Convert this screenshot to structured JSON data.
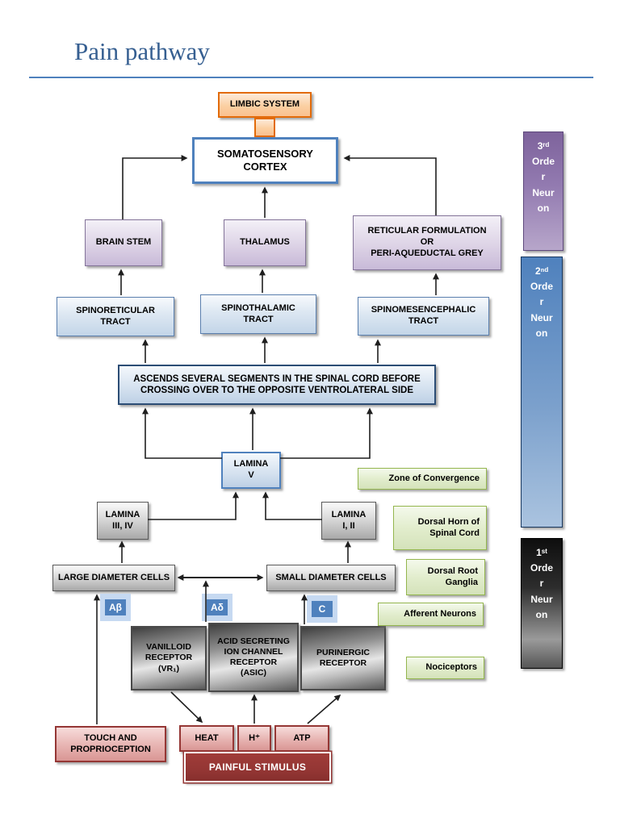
{
  "title": "Pain pathway",
  "boxes": {
    "limbic": "LIMBIC SYSTEM",
    "cortex": "SOMATOSENSORY\nCORTEX",
    "brainstem": "BRAIN STEM",
    "thalamus": "THALAMUS",
    "reticular": "RETICULAR FORMULATION\nOR\nPERI-AQUEDUCTAL GREY",
    "spinoreticular": "SPINORETICULAR\nTRACT",
    "spinothalamic": "SPINOTHALAMIC\nTRACT",
    "spinomesencephalic": "SPINOMESENCEPHALIC\nTRACT",
    "ascends": "ASCENDS SEVERAL SEGMENTS IN THE SPINAL CORD BEFORE\nCROSSING OVER TO THE OPPOSITE VENTROLATERAL SIDE",
    "lamina_v": "LAMINA\nV",
    "lamina_iii_iv": "LAMINA\nIII, IV",
    "lamina_i_ii": "LAMINA\nI, II",
    "large_cells": "LARGE DIAMETER CELLS",
    "small_cells": "SMALL DIAMETER CELLS",
    "vanilloid": "VANILLOID\nRECEPTOR\n(VR₁)",
    "asic": "ACID SECRETING\nION CHANNEL\nRECEPTOR\n(ASIC)",
    "purinergic": "PURINERGIC\nRECEPTOR",
    "touch": "TOUCH AND\nPROPRIOCEPTION",
    "heat": "HEAT",
    "h_plus": "H⁺",
    "atp": "ATP",
    "painful": "PAINFUL STIMULUS"
  },
  "fiber_labels": {
    "a_beta": "Aβ",
    "a_delta": "Aδ",
    "c": "C"
  },
  "side_labels": [
    "Zone of Convergence",
    "Dorsal Horn of\nSpinal Cord",
    "Dorsal Root\nGanglia",
    "Afferent Neurons",
    "Nociceptors"
  ],
  "order_bars": [
    {
      "text": "3ʳᵈ\nOrde\nr\nNeur\non"
    },
    {
      "text": "2ⁿᵈ\nOrde\nr\nNeur\non"
    },
    {
      "text": "1ˢᵗ\nOrde\nr\nNeur\non"
    }
  ],
  "colors": {
    "title_blue": "#365F91",
    "accent_blue": "#4F81BD",
    "orange_border": "#E26B0A",
    "purple_bar": "#8064A2",
    "green_border": "#94B64E",
    "red_border": "#953735",
    "painful_fill": "#943634"
  }
}
